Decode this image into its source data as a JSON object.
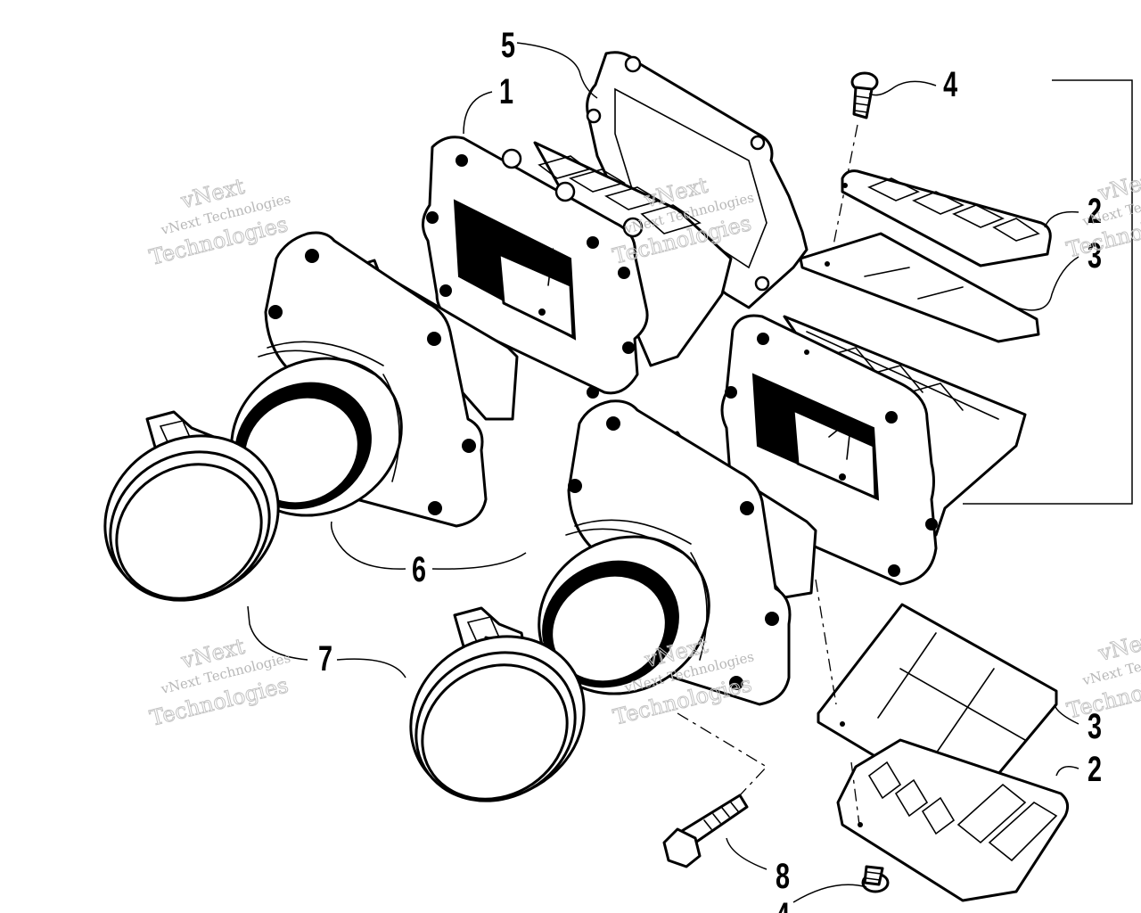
{
  "diagram": {
    "callouts": [
      "1",
      "2",
      "3",
      "4",
      "5",
      "6",
      "7",
      "8"
    ],
    "callout_2_label": "2",
    "callout_3_label": "3",
    "callout_4_label": "4"
  },
  "watermark": {
    "brand_small": "vNext",
    "line": "vNext Technologies",
    "brand_large": "Technologies"
  }
}
